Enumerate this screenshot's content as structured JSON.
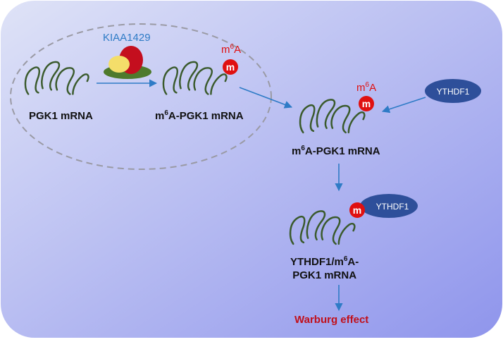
{
  "background": {
    "gradient_start": "#dfe3f7",
    "gradient_end": "#8f95ec"
  },
  "colors": {
    "mrna": "#3a5a2c",
    "arrow": "#2e7bc6",
    "mark": "#e01010",
    "reader": "#2e4f9a",
    "effect": "#c0101b",
    "enzyme_blue": "#2e7bc6"
  },
  "enzyme": {
    "label": "KIAA1429"
  },
  "methyl_mark": {
    "letter": "m",
    "base": "m",
    "superscript": "6",
    "suffix": "A"
  },
  "reader": {
    "label": "YTHDF1"
  },
  "mrna_labels": {
    "pgk1": "PGK1 mRNA",
    "m6a_prefix": "m",
    "m6a_sup": "6",
    "m6a_rest": "A-PGK1 mRNA",
    "complex_line1_prefix": "YTHDF1/m",
    "complex_line1_sup": "6",
    "complex_line1_rest": "A-",
    "complex_line2": "PGK1 mRNA"
  },
  "outcome": {
    "label": "Warburg effect"
  }
}
